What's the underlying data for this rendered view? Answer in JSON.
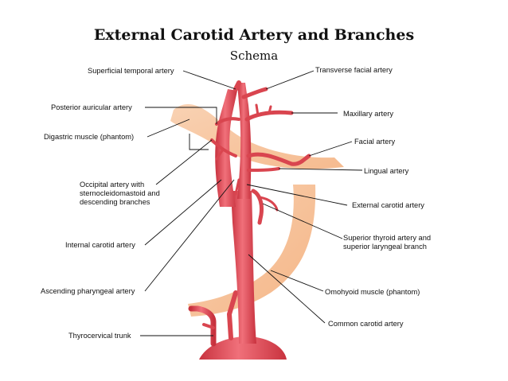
{
  "title": "External Carotid Artery and Branches",
  "subtitle": "Schema",
  "labels": {
    "superficial_temporal": "Superficial temporal artery",
    "transverse_facial": "Transverse facial artery",
    "posterior_auricular": "Posterior auricular artery",
    "maxillary": "Maxillary artery",
    "digastric": "Digastric muscle (phantom)",
    "facial": "Facial artery",
    "lingual": "Lingual artery",
    "occipital_1": "Occipital artery with",
    "occipital_2": "sternocleidomastoid and",
    "occipital_3": "descending branches",
    "external_carotid": "External carotid artery",
    "superior_thyroid_1": "Superior thyroid artery and",
    "superior_thyroid_2": "superior laryngeal branch",
    "internal_carotid": "Internal carotid artery",
    "omohyoid": "Omohyoid muscle (phantom)",
    "ascending_pharyngeal": "Ascending pharyngeal artery",
    "common_carotid": "Common carotid artery",
    "thyrocervical": "Thyrocervical trunk"
  },
  "colors": {
    "artery": "#e8505a",
    "artery_dark": "#c0303c",
    "artery_light": "#f49aa0",
    "muscle": "#f5b07a",
    "muscle_light": "#fbd3b0"
  }
}
